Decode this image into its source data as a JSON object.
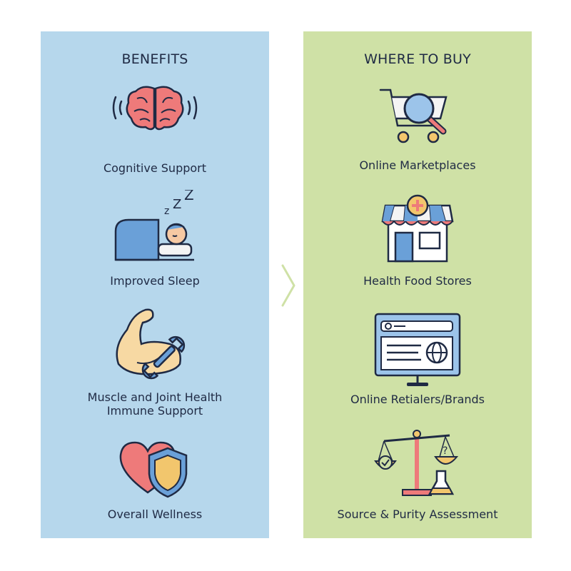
{
  "benefits": {
    "title": "BENEFITS",
    "items": [
      {
        "label": "Cognitive Support",
        "icon": "brain-icon"
      },
      {
        "label": "Improved Sleep",
        "icon": "sleeping-person-icon"
      },
      {
        "label": "Muscle and Joint Health",
        "label2": "Immune Support",
        "icon": "flexed-arm-wrench-icon"
      },
      {
        "label": "Overall Wellness",
        "icon": "heart-shield-icon"
      }
    ]
  },
  "where_to_buy": {
    "title": "WHERE TO BUY",
    "items": [
      {
        "label": "Online Marketplaces",
        "icon": "cart-search-icon"
      },
      {
        "label": "Health Food Stores",
        "icon": "storefront-icon"
      },
      {
        "label": "Online Retialers/Brands",
        "icon": "web-browser-icon"
      },
      {
        "label": "Source & Purity Assessment",
        "icon": "scale-flask-icon"
      }
    ]
  },
  "colors": {
    "left_panel": "#b6d7ec",
    "right_panel": "#cfe1a6",
    "outline": "#1f2a44",
    "accent_red": "#ee7a7a",
    "accent_blue": "#6aa0d8",
    "accent_yellow": "#f2c66d"
  }
}
